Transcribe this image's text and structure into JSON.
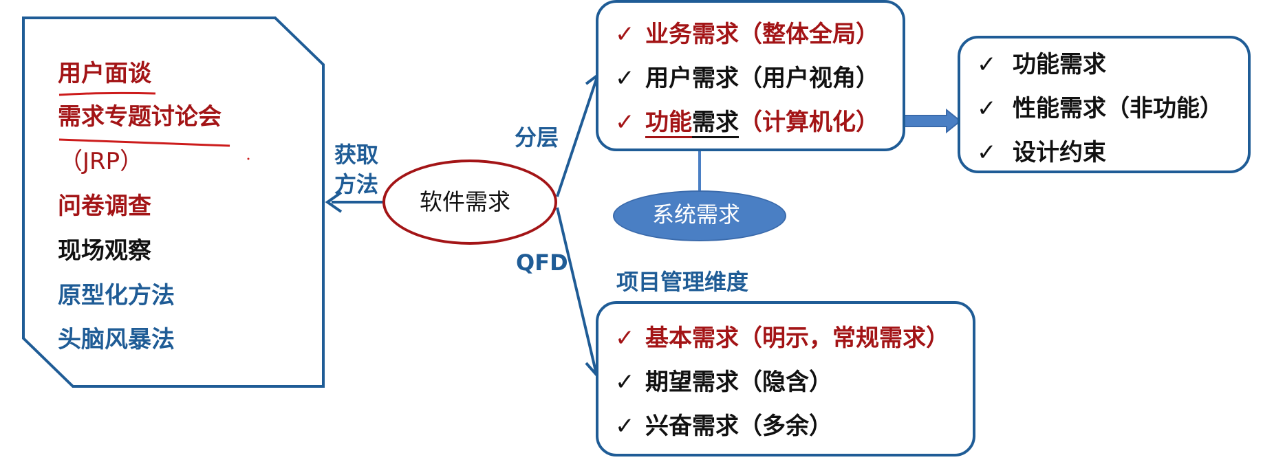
{
  "acquisition": {
    "methods": [
      {
        "text": "用户面谈",
        "color": "#a31416"
      },
      {
        "text": "需求专题讨论会",
        "color": "#a31416"
      },
      {
        "text": "（JRP）",
        "color": "#a31416"
      },
      {
        "text": "问卷调查",
        "color": "#a31416"
      },
      {
        "text": "现场观察",
        "color": "#111111"
      },
      {
        "text": "原型化方法",
        "color": "#1f5c96"
      },
      {
        "text": "头脑风暴法",
        "color": "#1f5c96"
      }
    ],
    "label_line1": "获取",
    "label_line2": "方法"
  },
  "center": {
    "label": "软件需求"
  },
  "layers": {
    "label": "分层",
    "items": [
      {
        "check": "✓",
        "text": "业务需求（整体全局）",
        "color": "#a31416"
      },
      {
        "check": "✓",
        "text": "用户需求（用户视角）",
        "color": "#111111"
      },
      {
        "check": "✓",
        "part1": "功能",
        "part2": "需求",
        "part3": "（计算机化）",
        "color": "#a31416"
      }
    ]
  },
  "functional": {
    "items": [
      {
        "check": "✓",
        "text": "功能需求"
      },
      {
        "check": "✓",
        "text": "性能需求（非功能）"
      },
      {
        "check": "✓",
        "text": "设计约束"
      }
    ]
  },
  "system": {
    "label": "系统需求"
  },
  "qfd": {
    "label": "QFD",
    "title": "项目管理维度",
    "items": [
      {
        "check": "✓",
        "text": "基本需求（明示，常规需求）",
        "color": "#a31416"
      },
      {
        "check": "✓",
        "text": "期望需求（隐含）",
        "color": "#111111"
      },
      {
        "check": "✓",
        "text": "兴奋需求（多余）",
        "color": "#111111"
      }
    ]
  },
  "colors": {
    "accent_blue": "#1f5c96",
    "accent_red": "#a31416",
    "system_fill": "#4a7fc4"
  }
}
